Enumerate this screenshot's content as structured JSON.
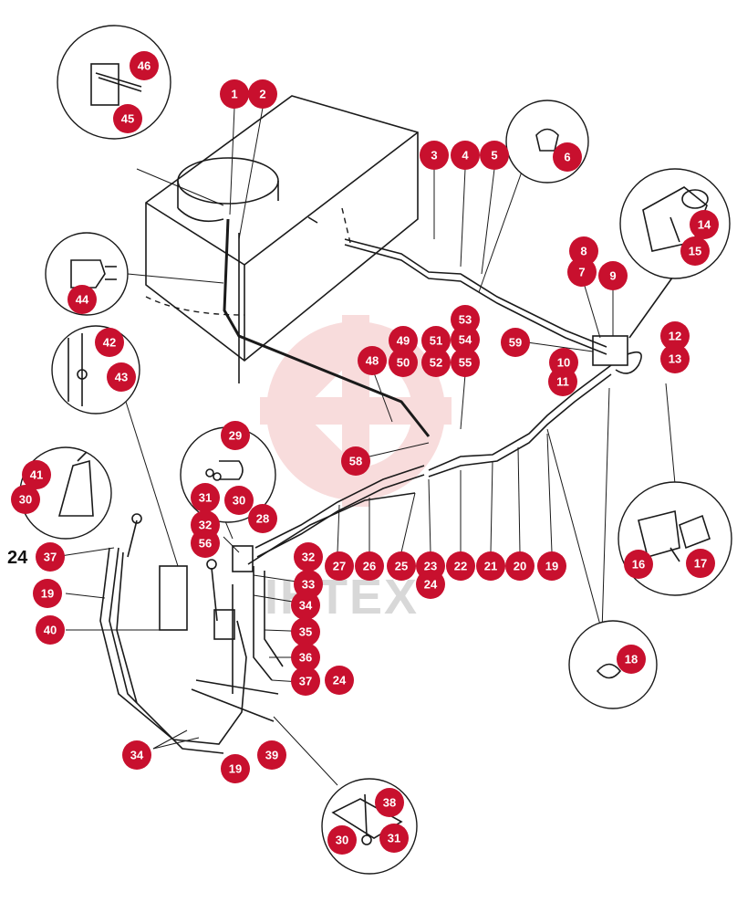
{
  "watermark": {
    "text": "IHTEX",
    "color": "#f3c0c0"
  },
  "colors": {
    "badge": "#c8102e",
    "badge_text": "#ffffff",
    "line": "#1a1a1a"
  },
  "plain_label": "24",
  "callouts": [
    "1",
    "2",
    "3",
    "4",
    "5",
    "6",
    "7",
    "8",
    "9",
    "10",
    "11",
    "12",
    "13",
    "14",
    "15",
    "16",
    "17",
    "18",
    "19",
    "20",
    "21",
    "22",
    "23",
    "24",
    "25",
    "26",
    "27",
    "28",
    "29",
    "30",
    "31",
    "32",
    "32",
    "33",
    "34",
    "35",
    "36",
    "37",
    "24",
    "34",
    "19",
    "39",
    "38",
    "30",
    "31",
    "46",
    "45",
    "44",
    "42",
    "43",
    "41",
    "30",
    "37",
    "19",
    "40",
    "48",
    "49",
    "50",
    "51",
    "52",
    "53",
    "54",
    "55",
    "56",
    "58",
    "59"
  ]
}
